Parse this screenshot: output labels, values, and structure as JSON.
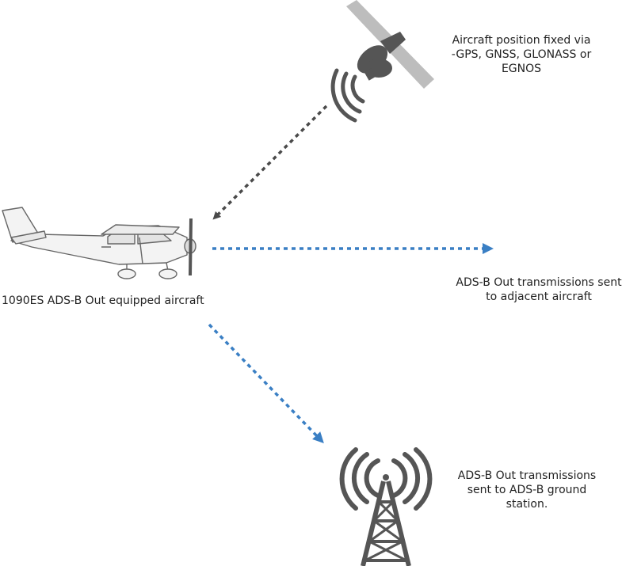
{
  "labels": {
    "satellite": [
      "Aircraft position fixed via",
      "-GPS, GNSS, GLONASS or",
      "EGNOS"
    ],
    "aircraft": "1090ES ADS-B Out equipped aircraft",
    "adjacent": [
      "ADS-B Out transmissions sent",
      "to adjacent aircraft"
    ],
    "ground": [
      "ADS-B Out transmissions",
      "sent to ADS-B ground",
      "station."
    ]
  },
  "icons": {
    "satellite": "satellite-icon",
    "aircraft": "aircraft-icon",
    "tower": "radio-tower-icon"
  },
  "colors": {
    "gnss_link": "#4a4a4a",
    "adsb_link": "#3a7fc4",
    "icon_dark": "#555555",
    "panel_gray": "#bdbdbd"
  }
}
